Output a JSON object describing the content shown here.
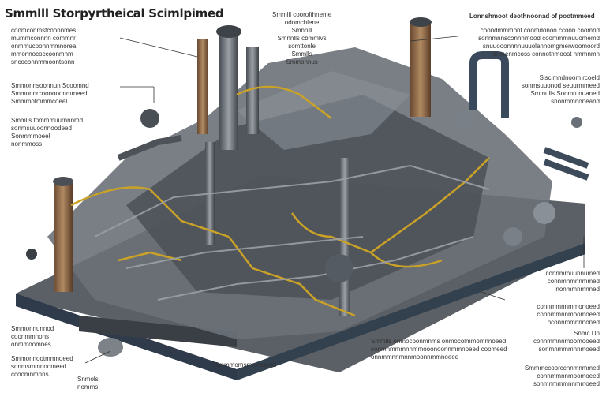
{
  "title": "Smmlll Storpyrtheical Scimlpimed",
  "labels": {
    "top_center": "Smmlll coorofthneme\nodomchlene\nSmnnlll\nSmnnlls cbmmlvs\nsomttonle\nSmmlls\nSmmonnus",
    "top_right_heading": "Lonnshmoot deothnoonad of pootmmeed",
    "top_right": "coondmmmont coomdonoo ccoon coomnd\nsonnmnnsconnnmood coommmnuuomemd\nsnuuooonnnnuuuolannomgmerwoomoord\nlmmenmcoss connotnmoost nmmnmn",
    "mid_right": "Siscimndnoom rcoeld\nsonmsuuonod seuurmmeed\nSmmulls Soomrunuaned\nsnonmmnoneand",
    "left_1": "coomconmstcoonnmes\nmummconnnn commnr\nonmmucoonnmmnorea\nmmonnococcoonmnm\nsncoconnmmoontsonn",
    "left_2": "Smmonnsoonnun Scoomnd\nSmmonnrcoonooonmmeed\nSmmmotmmmcoeel",
    "left_3": "Smmlls tommmuurnnnmd\nsonmsuuoonnoodeed\nSonmmmoeel\nnonmmoss",
    "bottom_left": "Smmonnunnod\ncoonmmnons\nonmmoomnes",
    "bottom_left_2": "Smmonnootmmnoeed\nsonmsmmnoomeed\nccoomnmnns",
    "bottom_left_3": "Snmols\nnomms",
    "bottom_center": "Smmmomsmmmoeed",
    "bottom_right_1": "connmmuunnumed\nconnmnmnnmmed\nnonmmnmnned",
    "bottom_right_2": "connmmnnmmonoeed\nconnmmnnmoomoeed\nnconnmmnnnoned",
    "bottom_right_3": "Smmlls onmocoonmnms onmocolmmomnnoeed\nsonmnmmmnnmmooonoonnmmnoeed coomeed\nonnmmnnmnnmoonnmmnoeed",
    "bottom_right_4": "Snmc Dn\nconnmmnnmoomooeed\nsonmnmmmnnmoeed",
    "bottom_right_5": "Smmmccoorccnnmnmmed\nconnmmnnmoomoeed\nsonmnmmmnnmmoeed"
  }
}
